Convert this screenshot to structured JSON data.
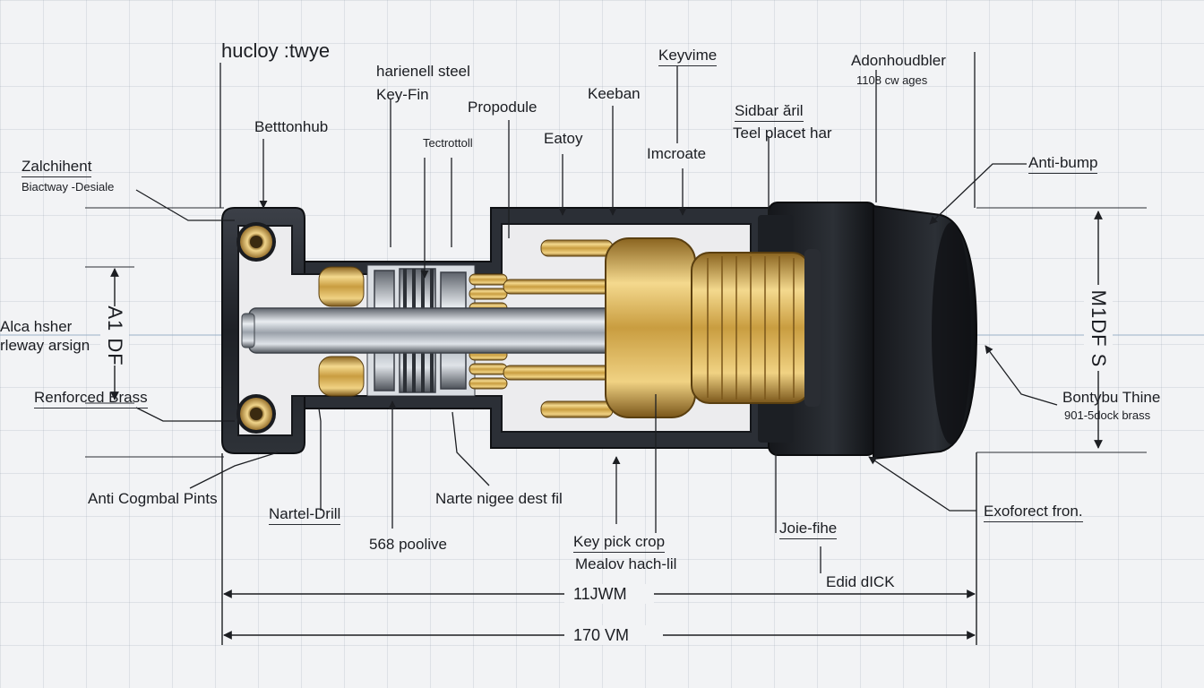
{
  "diagram": {
    "title": "hucloy :twye",
    "labels": {
      "harienell_steel": "harienell steel",
      "key_fin": "Key-Fin",
      "propodule": "Propodule",
      "keyvime": "Keyvime",
      "keeban": "Keeban",
      "adonhoudbler": "Adonhoudbler",
      "adonhoudbler_sub": "1108 cw ages",
      "betttonhub": "Betttonhub",
      "tectrottoll": "Tectrottoll",
      "eatoy": "Eatoy",
      "imcroate": "Imcroate",
      "sidbar_arill": "Sidbar ăril",
      "teel_placet_har": "Teel placet har",
      "zalchihent": "Zalchihent",
      "zalchihent_sub": "Biactway -Desiale",
      "anti_bump": "Anti-bump",
      "alca_hsher": "Alca hsher",
      "rleway_arsign": "rleway arsign",
      "reinforced_brass": "Renforced Brass",
      "bontybu_thine": "Bontybu Thine",
      "bontybu_sub": "901-5dock brass",
      "anti_cogmbal": "Anti Cogmbal Pints",
      "nartel_drill": "Nartel-Drill",
      "narte_nigee": "Narte nigee dest fil",
      "key_pick_crop": "Key pick crop",
      "meaiov_hach": "Mealov hach-lil",
      "joie_fihe": "Joie-fihe",
      "exofored_fron": "Exoforect fron.",
      "edid_dick": "Edid dICK",
      "poolive": "568 poolive"
    },
    "dimensions": {
      "left_height": "A1 DF",
      "right_height": "M1DF S",
      "inner_length": "11JWM",
      "overall_length": "170 VM"
    }
  },
  "colors": {
    "housing_dark": "#23262c",
    "housing_edge": "#3a3e46",
    "brass": "#c9a24a",
    "brass_light": "#f1d58c",
    "steel": "#b8bec7",
    "steel_dark": "#6e747d",
    "line": "#2a2d33"
  }
}
